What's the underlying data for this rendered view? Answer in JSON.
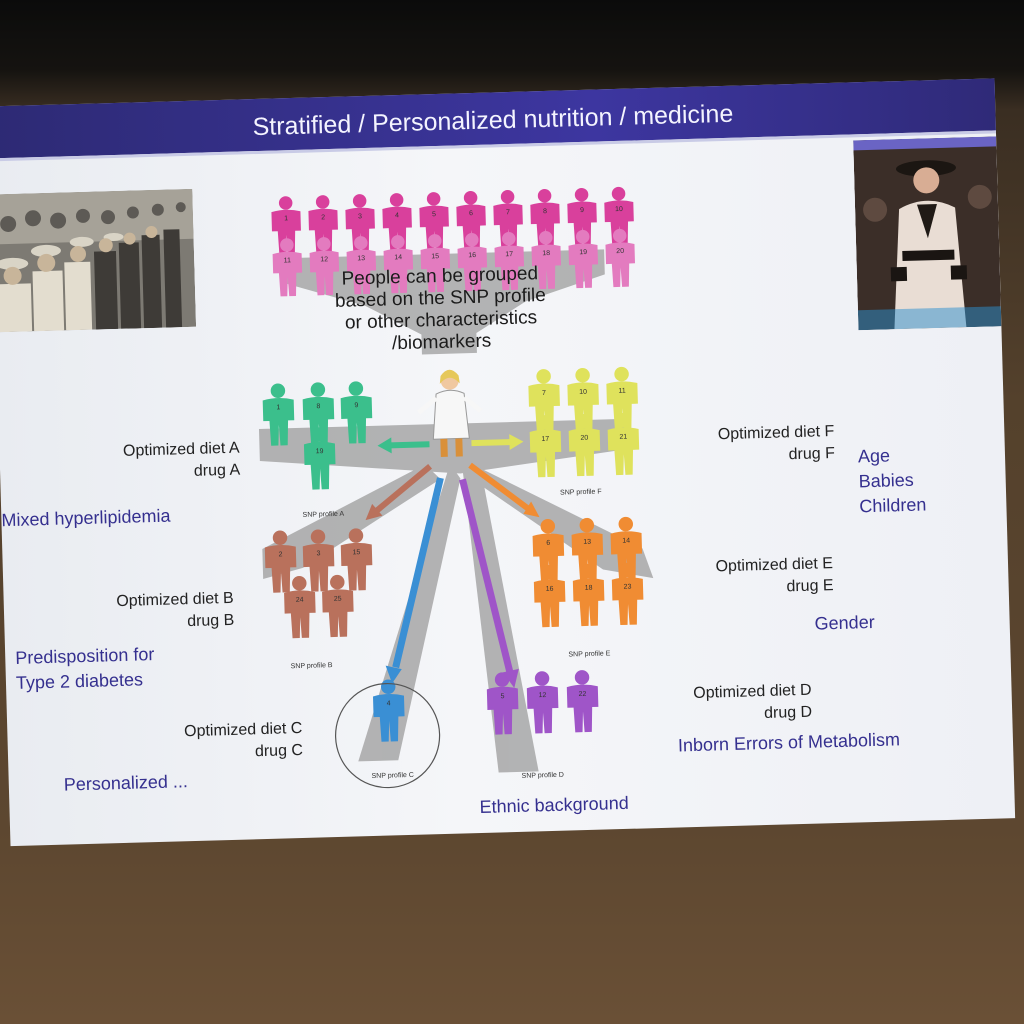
{
  "slide": {
    "title": "Stratified / Personalized nutrition / medicine",
    "center_text": [
      "People can be grouped",
      "based on the SNP profile",
      "or other characteristics",
      "/biomarkers"
    ]
  },
  "groups": [
    {
      "id": "A",
      "diet": "Optimized diet A",
      "drug": "drug A",
      "snp": "SNP profile A",
      "color": "#3bbf8c",
      "numbers": [
        "1",
        "8",
        "9",
        "19"
      ]
    },
    {
      "id": "B",
      "diet": "Optimized diet B",
      "drug": "drug B",
      "snp": "SNP profile B",
      "color": "#b9715c",
      "numbers": [
        "2",
        "3",
        "15",
        "24",
        "25"
      ]
    },
    {
      "id": "C",
      "diet": "Optimized diet C",
      "drug": "drug C",
      "snp": "SNP profile C",
      "color": "#3a8fd4",
      "numbers": [
        "4"
      ]
    },
    {
      "id": "D",
      "diet": "Optimized diet D",
      "drug": "drug D",
      "snp": "SNP profile D",
      "color": "#9f55c8",
      "numbers": [
        "5",
        "12",
        "22"
      ]
    },
    {
      "id": "E",
      "diet": "Optimized diet E",
      "drug": "drug E",
      "snp": "SNP profile E",
      "color": "#f08c33",
      "numbers": [
        "6",
        "13",
        "14",
        "16",
        "18",
        "23"
      ]
    },
    {
      "id": "F",
      "diet": "Optimized diet F",
      "drug": "drug F",
      "snp": "SNP profile F",
      "color": "#dfe25c",
      "numbers": [
        "7",
        "10",
        "11",
        "17",
        "20",
        "21"
      ]
    }
  ],
  "population_numbers": [
    "1",
    "2",
    "3",
    "4",
    "5",
    "6",
    "7",
    "8",
    "9",
    "10",
    "11",
    "12",
    "13",
    "14",
    "15",
    "16",
    "17",
    "18",
    "19",
    "20"
  ],
  "population_color": "#d9409c",
  "conditions": {
    "mixed_hyperlipidemia": "Mixed hyperlipidemia",
    "predisposition": [
      "Predisposition for",
      "Type 2 diabetes"
    ],
    "personalized": "Personalized ...",
    "ethnic": "Ethnic background",
    "inborn": "Inborn Errors of Metabolism",
    "gender": "Gender",
    "age": [
      "Age",
      "Babies",
      "Children"
    ]
  },
  "colors": {
    "title_bar": "#3a35a0",
    "condition_text": "#35308f"
  }
}
